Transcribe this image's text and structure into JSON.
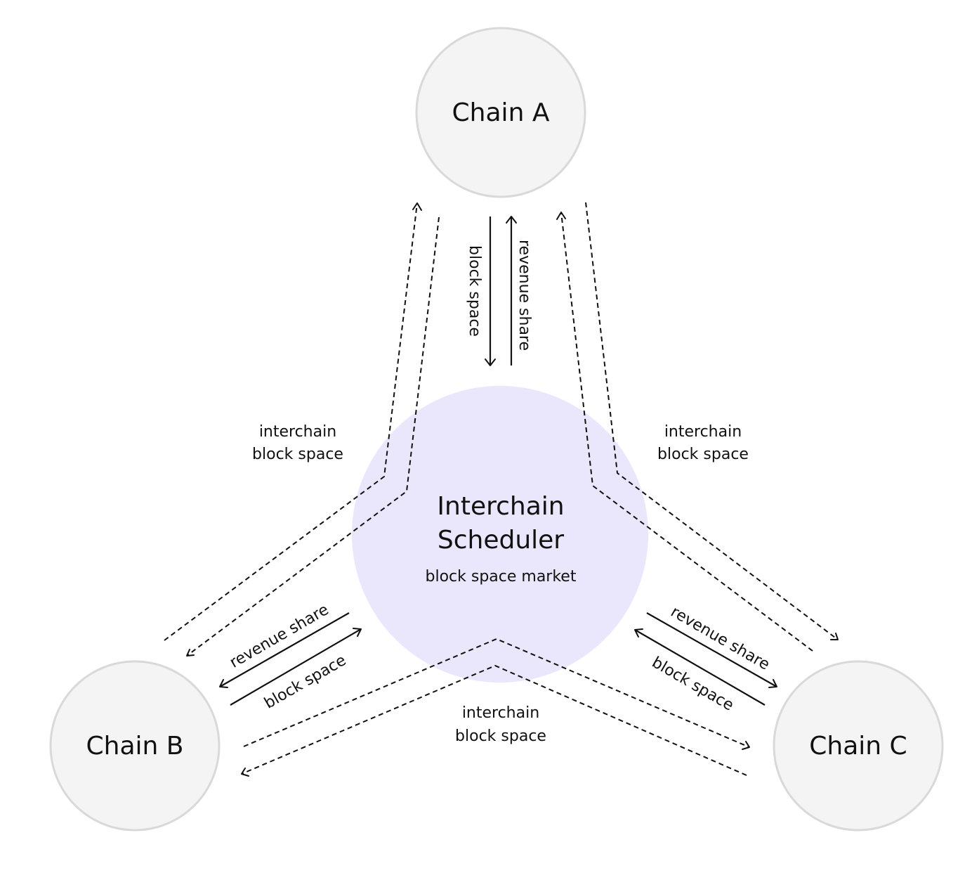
{
  "nodes": {
    "chain_a": {
      "label": "Chain A"
    },
    "chain_b": {
      "label": "Chain B"
    },
    "chain_c": {
      "label": "Chain C"
    },
    "scheduler": {
      "title_line1": "Interchain",
      "title_line2": "Scheduler",
      "subtitle": "block space market"
    }
  },
  "links": {
    "a_block_space": "block space",
    "a_revenue_share": "revenue share",
    "b_revenue_share": "revenue share",
    "b_block_space": "block space",
    "c_revenue_share": "revenue share",
    "c_block_space": "block space"
  },
  "interchain_labels": {
    "left": {
      "line1": "interchain",
      "line2": "block space"
    },
    "right": {
      "line1": "interchain",
      "line2": "block space"
    },
    "bottom": {
      "line1": "interchain",
      "line2": "block space"
    }
  },
  "colors": {
    "chain_fill": "#f4f4f4",
    "chain_stroke": "#d9d9d9",
    "scheduler_fill": "#eae6fc",
    "ink": "#111111"
  }
}
